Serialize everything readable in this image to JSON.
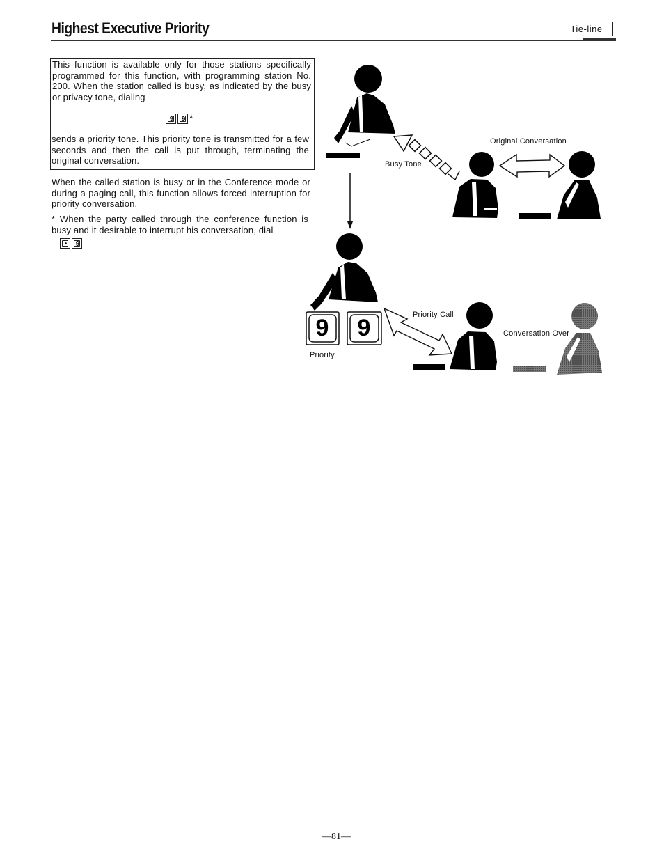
{
  "header": {
    "title": "Highest Executive Priority",
    "tag": "Tie-line"
  },
  "box": {
    "text1": "This function is available only for those stations specifically programmed for this function, with programming station No. 200. When the station called is busy, as indicated by the busy or privacy tone, dialing",
    "keys": [
      "9",
      "9"
    ],
    "asterisk": "*",
    "text2": "sends a priority tone. This priority tone is transmitted for a few seconds and then the call is put through, terminating the original conversation."
  },
  "body": {
    "para1": "When the called station is busy or in the Conference mode or during a paging call, this function allows forced interruption for priority conversation.",
    "note": "* When the party called through the conference function is busy and it desirable to interrupt his conversation, dial",
    "note_keys": [
      "•",
      "9"
    ]
  },
  "diagram": {
    "busy_tone": "Busy Tone",
    "original_conversation": "Original Conversation",
    "priority_call": "Priority Call",
    "conversation_over": "Conversation Over",
    "priority": "Priority",
    "big_keys": [
      "9",
      "9"
    ]
  },
  "footer": {
    "page_number": "—81—"
  }
}
